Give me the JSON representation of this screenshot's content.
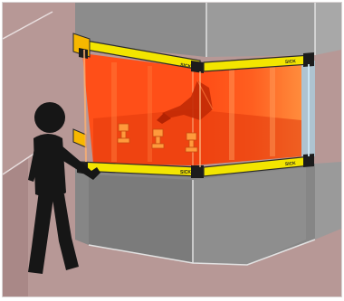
{
  "illustration": {
    "subject": "light curtain safety guarding",
    "colors": {
      "background": "#b79896",
      "machine_face": "#8b8b8b",
      "machine_side": "#6f6f6f",
      "hazard_zone": "#ff5a1e",
      "hazard_zone_light": "#ff8a3a",
      "light_curtain": "#f3e500",
      "end_cap": "#f7b700",
      "operator": "#161616"
    },
    "light_curtains": [
      {
        "logo": "SICK"
      },
      {
        "logo": "SICK"
      },
      {
        "logo": "SICK"
      },
      {
        "logo": "SICK"
      }
    ],
    "icons": [
      "operator-figure-icon",
      "robot-arm-icon",
      "workpiece-icon"
    ]
  }
}
